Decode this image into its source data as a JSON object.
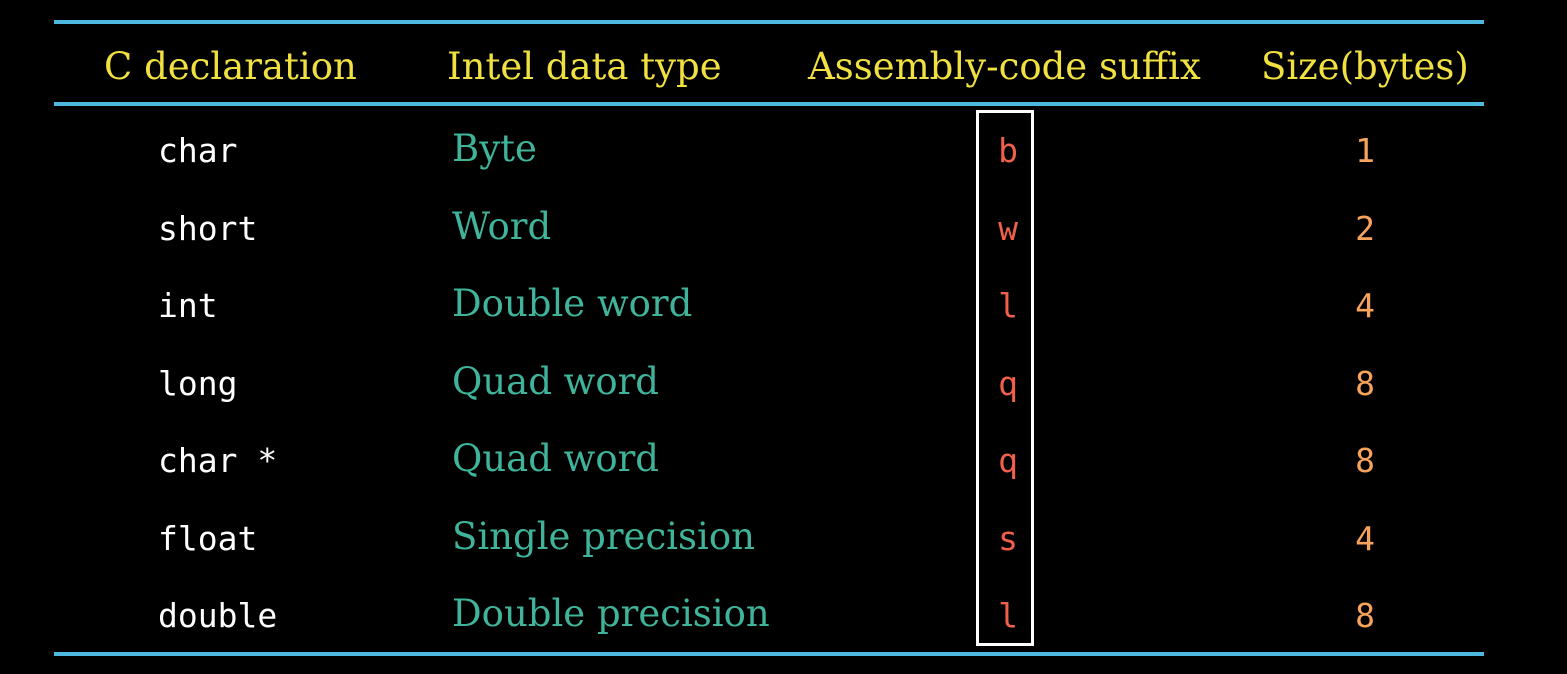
{
  "colors": {
    "rule": "#4fb8df",
    "header_text": "#f0e040",
    "declaration_text": "#ffffff",
    "data_type_text": "#3fb49a",
    "suffix_text": "#f0604a",
    "size_text": "#f7a35c",
    "highlight_box": "#ffffff",
    "background": "#000000"
  },
  "table": {
    "headers": {
      "c_declaration": "C declaration",
      "intel_data_type": "Intel data type",
      "assembly_suffix": "Assembly-code suffix",
      "size_bytes": "Size(bytes)"
    },
    "rows": [
      {
        "c_declaration": "char",
        "intel_data_type": "Byte",
        "assembly_suffix": "b",
        "size_bytes": "1"
      },
      {
        "c_declaration": "short",
        "intel_data_type": "Word",
        "assembly_suffix": "w",
        "size_bytes": "2"
      },
      {
        "c_declaration": "int",
        "intel_data_type": "Double word",
        "assembly_suffix": "l",
        "size_bytes": "4"
      },
      {
        "c_declaration": "long",
        "intel_data_type": "Quad word",
        "assembly_suffix": "q",
        "size_bytes": "8"
      },
      {
        "c_declaration": "char *",
        "intel_data_type": "Quad word",
        "assembly_suffix": "q",
        "size_bytes": "8"
      },
      {
        "c_declaration": "float",
        "intel_data_type": "Single precision",
        "assembly_suffix": "s",
        "size_bytes": "4"
      },
      {
        "c_declaration": "double",
        "intel_data_type": "Double precision",
        "assembly_suffix": "l",
        "size_bytes": "8"
      }
    ]
  }
}
